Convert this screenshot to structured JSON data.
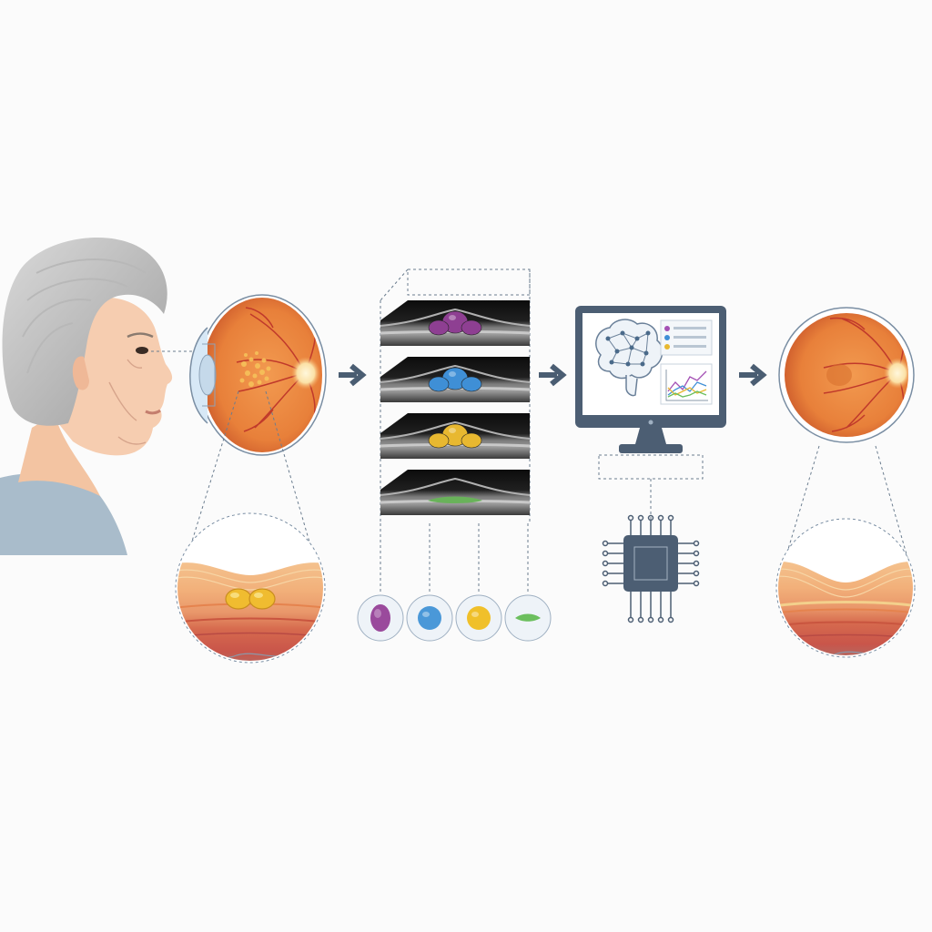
{
  "title": "",
  "stages": [
    {
      "id": "patient",
      "icon": "elderly-woman-profile"
    },
    {
      "id": "diseased-eye",
      "icon": "eyeball-with-drusen"
    },
    {
      "id": "oct-scan-stack",
      "icon": "oct-b-scan-layers"
    },
    {
      "id": "ai-analysis",
      "icon": "computer-with-brain-network"
    },
    {
      "id": "healthy-eye",
      "icon": "healthy-fundus"
    }
  ],
  "oct_slices": [
    {
      "lesion_color": "#8e3f92"
    },
    {
      "lesion_color": "#3f8fd6"
    },
    {
      "lesion_color": "#e8b830"
    },
    {
      "lesion_color": "#69b25a"
    }
  ],
  "biomarker_legend": [
    {
      "icon": "purple-cell-icon",
      "color": "#9a4a9c"
    },
    {
      "icon": "blue-cell-icon",
      "color": "#4a98d8"
    },
    {
      "icon": "yellow-cell-icon",
      "color": "#f0c02a"
    },
    {
      "icon": "green-layer-icon",
      "color": "#6cbf5e"
    }
  ],
  "colors": {
    "arrow": "#4a5d72",
    "retina_orange": "#e9843f",
    "monitor": "#4c5e73",
    "chip": "#4c5e73"
  }
}
